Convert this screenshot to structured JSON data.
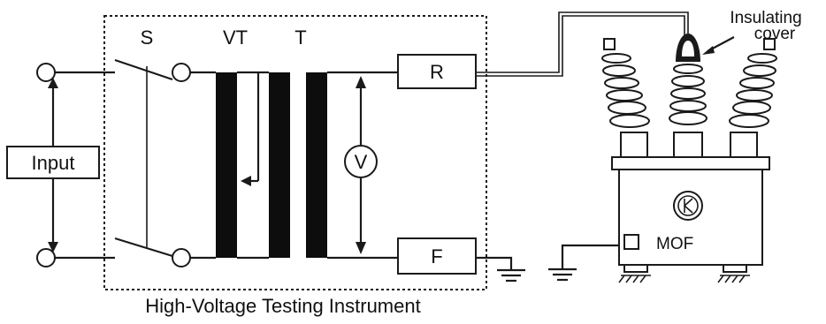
{
  "labels": {
    "switch": "S",
    "variable_transformer": "VT",
    "transformer": "T",
    "input": "Input",
    "resistor_r": "R",
    "resistor_f": "F",
    "voltmeter": "V",
    "mof": "MOF",
    "insulating_cover_line1": "Insulating",
    "insulating_cover_line2": "cover",
    "caption": "High-Voltage Testing Instrument"
  }
}
